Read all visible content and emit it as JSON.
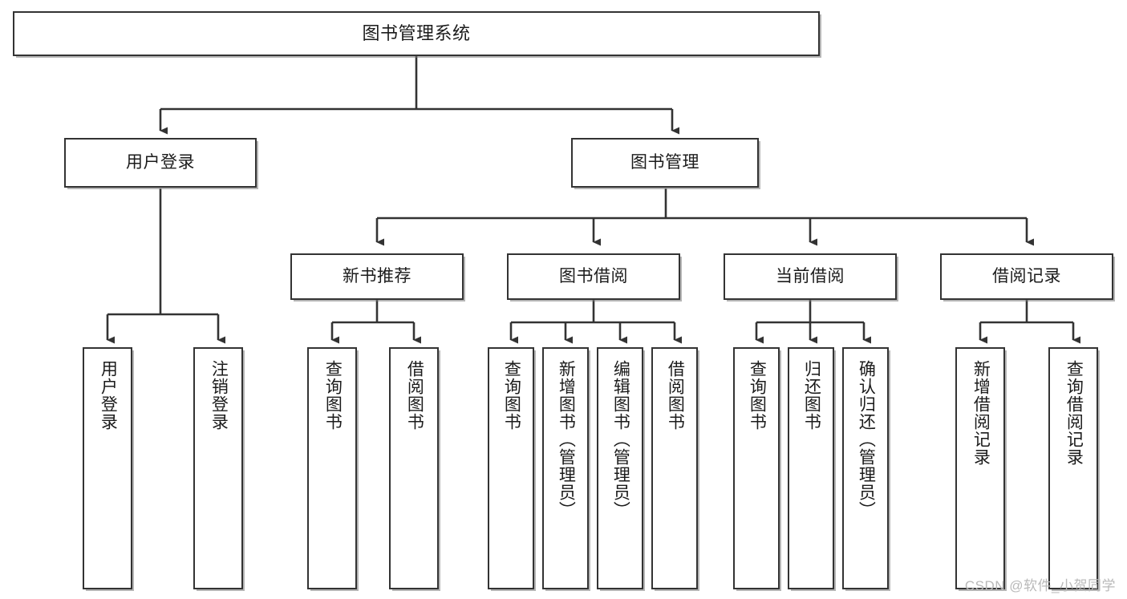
{
  "diagram": {
    "title": "图书管理系统",
    "type": "tree-hierarchy",
    "watermark": "CSDN @软件_小贺同学",
    "colors": {
      "border": "#333333",
      "text": "#1b1b1b",
      "background": "#ffffff",
      "edge": "#333333",
      "watermark": "#b9b9b9"
    },
    "root": {
      "label": "图书管理系统"
    },
    "level1": [
      {
        "label": "用户登录"
      },
      {
        "label": "图书管理"
      }
    ],
    "level2": [
      {
        "label": "新书推荐"
      },
      {
        "label": "图书借阅"
      },
      {
        "label": "当前借阅"
      },
      {
        "label": "借阅记录"
      }
    ],
    "leaves": [
      {
        "label": "用户登录"
      },
      {
        "label": "注销登录"
      },
      {
        "label": "查询图书"
      },
      {
        "label": "借阅图书"
      },
      {
        "label": "查询图书"
      },
      {
        "label": "新增图书（管理员）"
      },
      {
        "label": "编辑图书（管理员）"
      },
      {
        "label": "借阅图书"
      },
      {
        "label": "查询图书"
      },
      {
        "label": "归还图书"
      },
      {
        "label": "确认归还（管理员）"
      },
      {
        "label": "新增借阅记录"
      },
      {
        "label": "查询借阅记录"
      }
    ]
  }
}
